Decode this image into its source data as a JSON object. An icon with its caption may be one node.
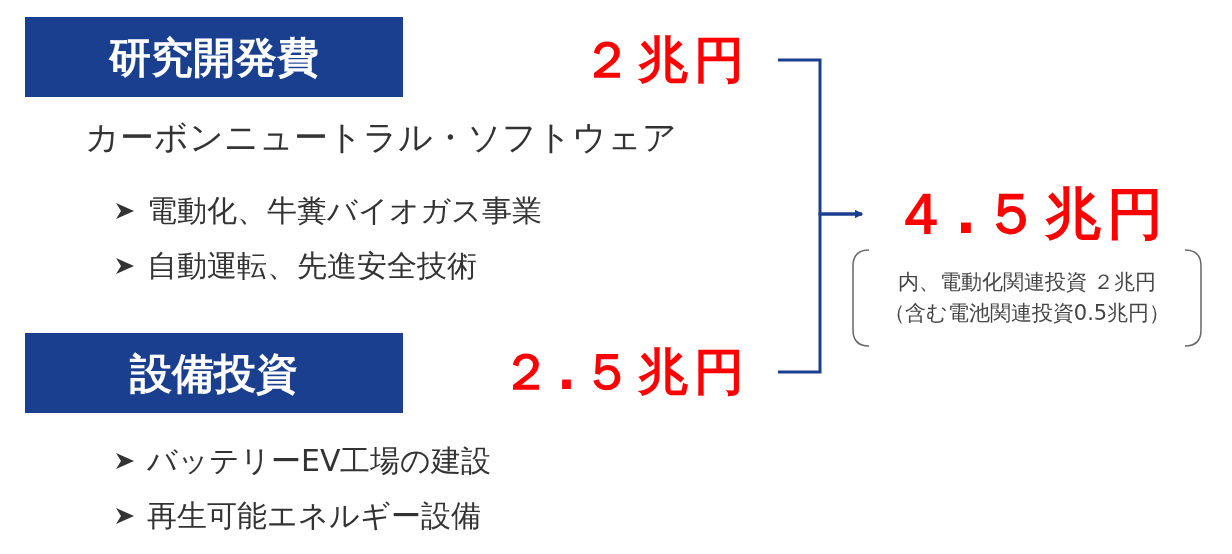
{
  "diagram": {
    "nodes": [
      {
        "text": [
          "研究開発費"
        ]
      },
      {
        "text": [
          "２兆円"
        ]
      },
      {
        "text": [
          "設備投資"
        ]
      },
      {
        "text": [
          "２.５兆円"
        ]
      },
      {
        "text": [
          "４.５兆円"
        ]
      },
      {
        "text": [
          "内、電動化関連投資 ２兆円",
          "（含む電池関連投資0.5兆円）"
        ]
      }
    ],
    "edges": [
      {
        "from": 1,
        "to": 4,
        "arrow": "to"
      },
      {
        "from": 3,
        "to": 4,
        "arrow": "to"
      }
    ],
    "labels": [
      "カーボンニュートラル・ソフトウェア",
      "電動化、牛糞バイオガス事業",
      "自動運転、先進安全技術",
      "バッテリーEV工場の建設",
      "再生可能エネルギー設備"
    ]
  }
}
